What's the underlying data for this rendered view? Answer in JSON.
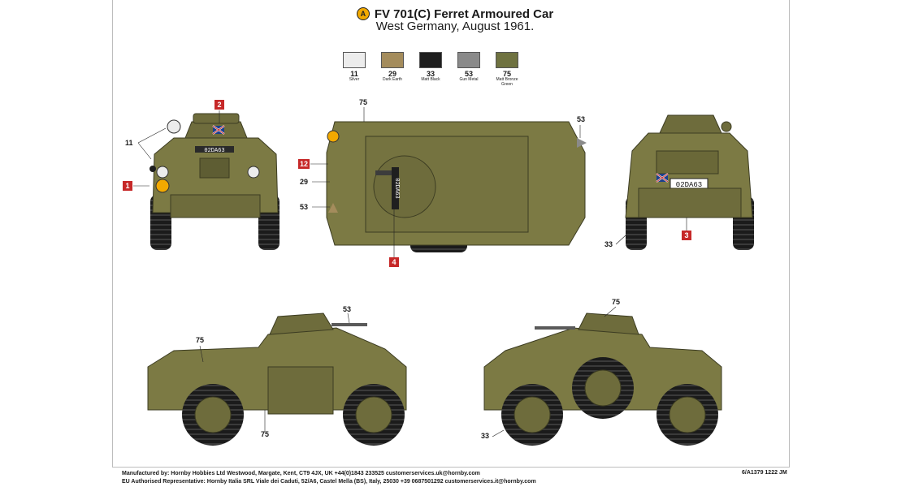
{
  "header": {
    "badge": "A",
    "title": "FV 701(C) Ferret Armoured Car",
    "subtitle": "West Germany, August 1961."
  },
  "colours": [
    {
      "number": "11",
      "name": "Silver",
      "hex": "#ececec"
    },
    {
      "number": "29",
      "name": "Dark Earth",
      "hex": "#a48c5c"
    },
    {
      "number": "33",
      "name": "Matt Black",
      "hex": "#1f1f1f"
    },
    {
      "number": "53",
      "name": "Gun Metal",
      "hex": "#8a8a8a"
    },
    {
      "number": "75",
      "name": "Matt Bronze Green",
      "hex": "#6f7240"
    }
  ],
  "callouts": {
    "front_11": "11",
    "top_75": "75",
    "top_53": "53",
    "top_29": "29",
    "top_53b": "53",
    "rear_33": "33",
    "left_53": "53",
    "left_75a": "75",
    "left_75b": "75",
    "right_75": "75",
    "right_33": "33"
  },
  "decal_tags": {
    "front_1": "1",
    "front_2": "2",
    "top_12": "12",
    "top_4": "4",
    "rear_3": "3"
  },
  "vehicle": {
    "registration": "02DA63",
    "front_registration": "02DA63",
    "body_colour": "#7c7a44",
    "shadow_colour": "#5b5a30",
    "tyre_colour": "#1b1b1b"
  },
  "footer": {
    "line1": "Manufactured by: Hornby Hobbies Ltd Westwood, Margate, Kent, CT9 4JX, UK +44(0)1843 233525 customerservices.uk@hornby.com",
    "line2": "EU Authorised Representative: Hornby Italia SRL Viale dei Caduti, 52/A6, Castel Mella (BS), Italy, 25030 +39 0687501292 customerservices.it@hornby.com",
    "code": "6/A1379 1222 JM"
  }
}
